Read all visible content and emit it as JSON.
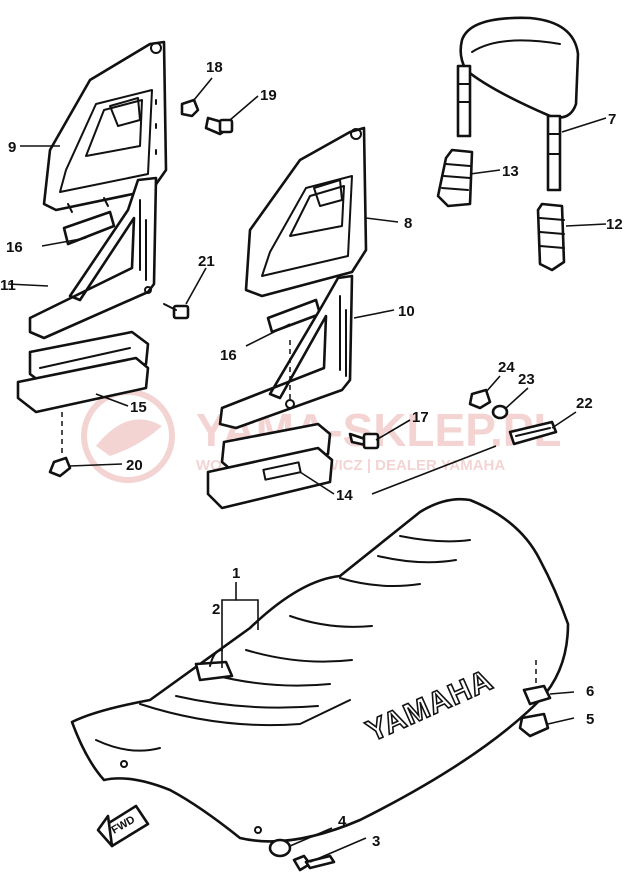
{
  "diagram": {
    "brand_mark": "YAMAHA",
    "direction_arrow_label": "FWD",
    "callouts": [
      {
        "id": "c1",
        "label": "1"
      },
      {
        "id": "c2",
        "label": "2"
      },
      {
        "id": "c3",
        "label": "3"
      },
      {
        "id": "c4",
        "label": "4"
      },
      {
        "id": "c5",
        "label": "5"
      },
      {
        "id": "c6",
        "label": "6"
      },
      {
        "id": "c7",
        "label": "7"
      },
      {
        "id": "c8",
        "label": "8"
      },
      {
        "id": "c9",
        "label": "9"
      },
      {
        "id": "c10",
        "label": "10"
      },
      {
        "id": "c11",
        "label": "11"
      },
      {
        "id": "c12",
        "label": "12"
      },
      {
        "id": "c13",
        "label": "13"
      },
      {
        "id": "c14",
        "label": "14"
      },
      {
        "id": "c15",
        "label": "15"
      },
      {
        "id": "c16a",
        "label": "16"
      },
      {
        "id": "c16b",
        "label": "16"
      },
      {
        "id": "c17",
        "label": "17"
      },
      {
        "id": "c18",
        "label": "18"
      },
      {
        "id": "c19",
        "label": "19"
      },
      {
        "id": "c20",
        "label": "20"
      },
      {
        "id": "c21",
        "label": "21"
      },
      {
        "id": "c22",
        "label": "22"
      },
      {
        "id": "c23",
        "label": "23"
      },
      {
        "id": "c24",
        "label": "24"
      }
    ]
  },
  "watermark": {
    "title": "YAMA-SKLEP.PL",
    "subtitle": "WOJCIECH ROZGWICZ | DEALER YAMAHA",
    "color": "#e8a0a0"
  }
}
